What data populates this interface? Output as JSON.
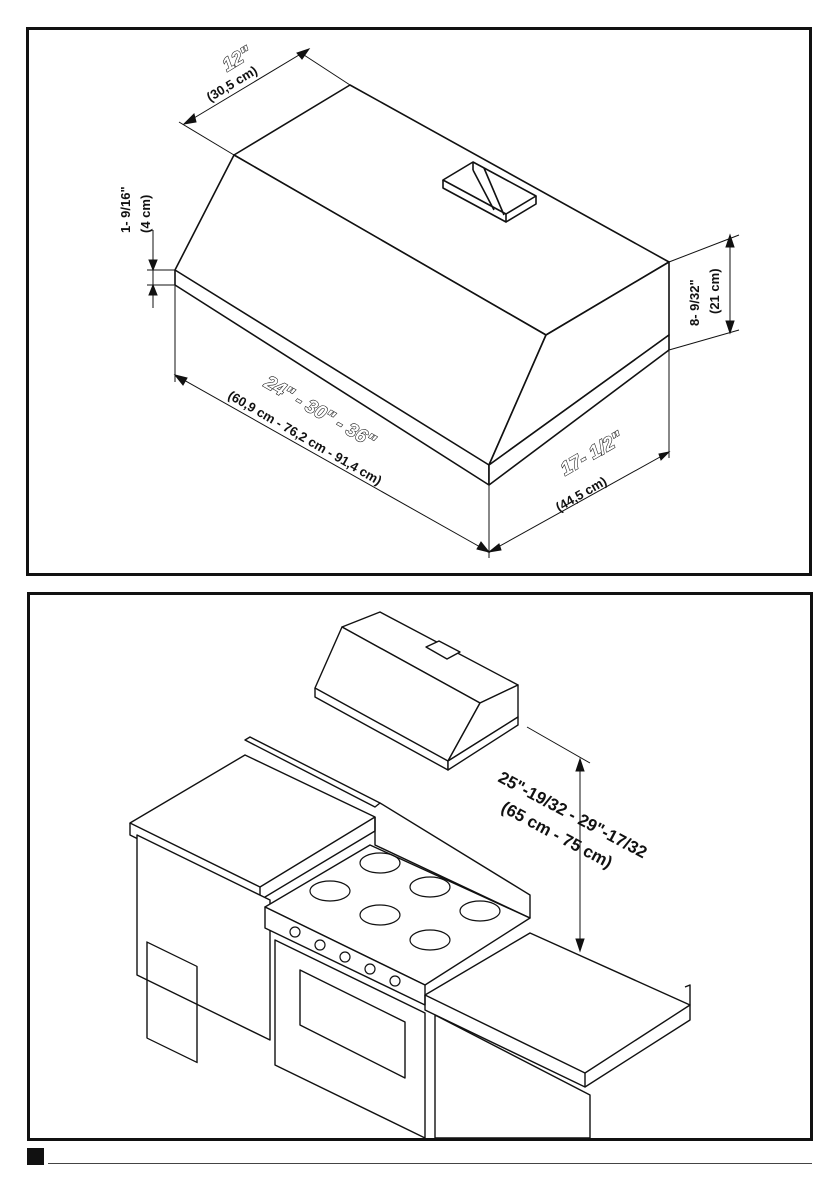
{
  "top_diagram": {
    "depth_top": "12\"",
    "depth_top_metric": "(30,5 cm)",
    "front_lip": "1- 9/16\"",
    "front_lip_metric": "(4 cm)",
    "width": "24\" - 30\" - 36\"",
    "width_metric": "(60,9 cm - 76,2 cm - 91,4 cm)",
    "height": "8- 9/32\"",
    "height_metric": "(21 cm)",
    "depth_bottom": "17- 1/2\"",
    "depth_bottom_metric": "(44,5 cm)"
  },
  "bottom_diagram": {
    "clearance": "25\"-19/32 - 29\"-17/32",
    "clearance_metric": "(65 cm - 75 cm)"
  }
}
